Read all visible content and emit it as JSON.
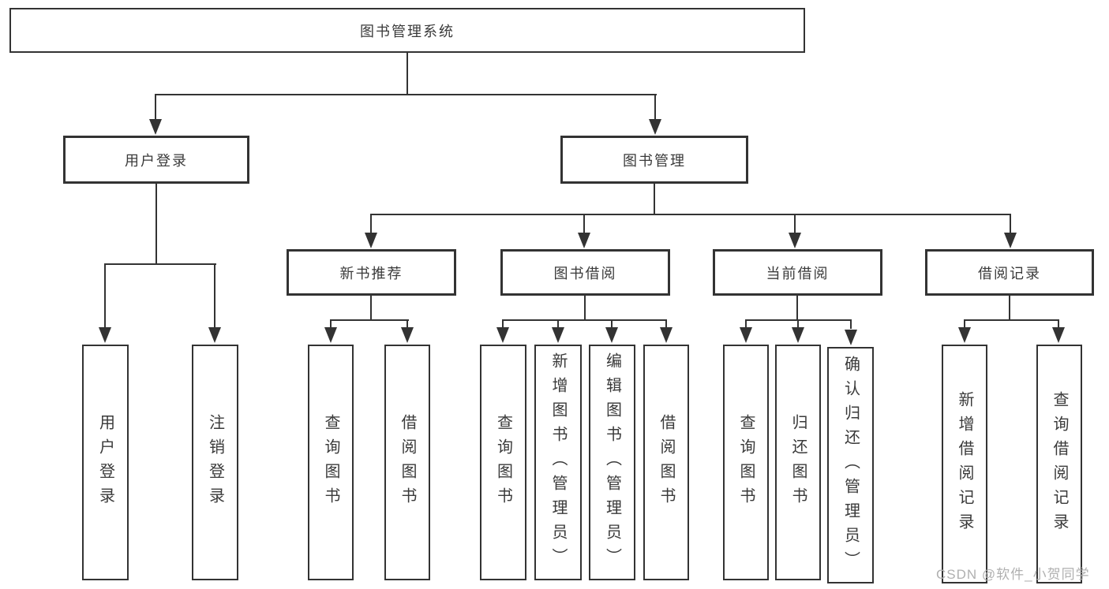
{
  "tree": {
    "root": "图书管理系统",
    "children": [
      {
        "label": "用户登录",
        "children": [
          "用户登录",
          "注销登录"
        ]
      },
      {
        "label": "图书管理",
        "children": [
          {
            "label": "新书推荐",
            "children": [
              "查询图书",
              "借阅图书"
            ]
          },
          {
            "label": "图书借阅",
            "children": [
              "查询图书",
              "新增图书（管理员）",
              "编辑图书（管理员）",
              "借阅图书"
            ]
          },
          {
            "label": "当前借阅",
            "children": [
              "查询图书",
              "归还图书",
              "确认归还（管理员）"
            ]
          },
          {
            "label": "借阅记录",
            "children": [
              "新增借阅记录",
              "查询借阅记录"
            ]
          }
        ]
      }
    ]
  },
  "watermark": {
    "text": "CSDN @软件_小贺同学"
  },
  "colors": {
    "line": "#333333",
    "box_border": "#333333",
    "box_bg": "#ffffff",
    "text": "#3a3a3a",
    "watermark": "#b0b0b0"
  }
}
